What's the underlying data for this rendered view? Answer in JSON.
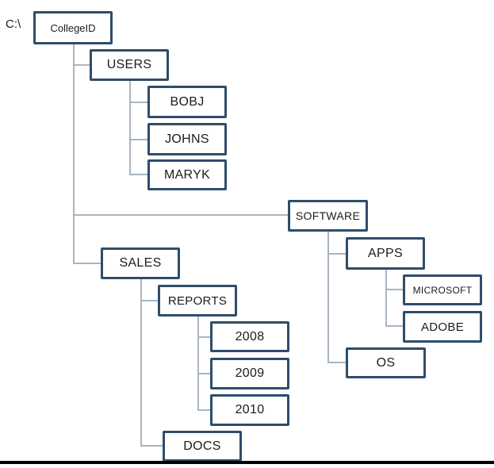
{
  "diagram": {
    "type": "directory-tree",
    "drive_label": "C:\\",
    "nodes": {
      "collegeid": {
        "label": "CollegeID",
        "parent": null
      },
      "users": {
        "label": "USERS",
        "parent": "collegeid"
      },
      "bobj": {
        "label": "BOBJ",
        "parent": "users"
      },
      "johns": {
        "label": "JOHNS",
        "parent": "users"
      },
      "maryk": {
        "label": "MARYK",
        "parent": "users"
      },
      "software": {
        "label": "SOFTWARE",
        "parent": "collegeid"
      },
      "apps": {
        "label": "APPS",
        "parent": "software"
      },
      "microsoft": {
        "label": "MICROSOFT",
        "parent": "apps"
      },
      "adobe": {
        "label": "ADOBE",
        "parent": "apps"
      },
      "os": {
        "label": "OS",
        "parent": "software"
      },
      "sales": {
        "label": "SALES",
        "parent": "collegeid"
      },
      "reports": {
        "label": "REPORTS",
        "parent": "sales"
      },
      "y2008": {
        "label": "2008",
        "parent": "reports"
      },
      "y2009": {
        "label": "2009",
        "parent": "reports"
      },
      "y2010": {
        "label": "2010",
        "parent": "reports"
      },
      "docs": {
        "label": "DOCS",
        "parent": "sales"
      }
    },
    "colors": {
      "box_border": "#2e4d6b",
      "box_fill": "#ffffff",
      "text": "#1c1c1c",
      "connector": "#a8b5c2",
      "bottom_bar": "#000000",
      "background": "#ffffff"
    }
  }
}
